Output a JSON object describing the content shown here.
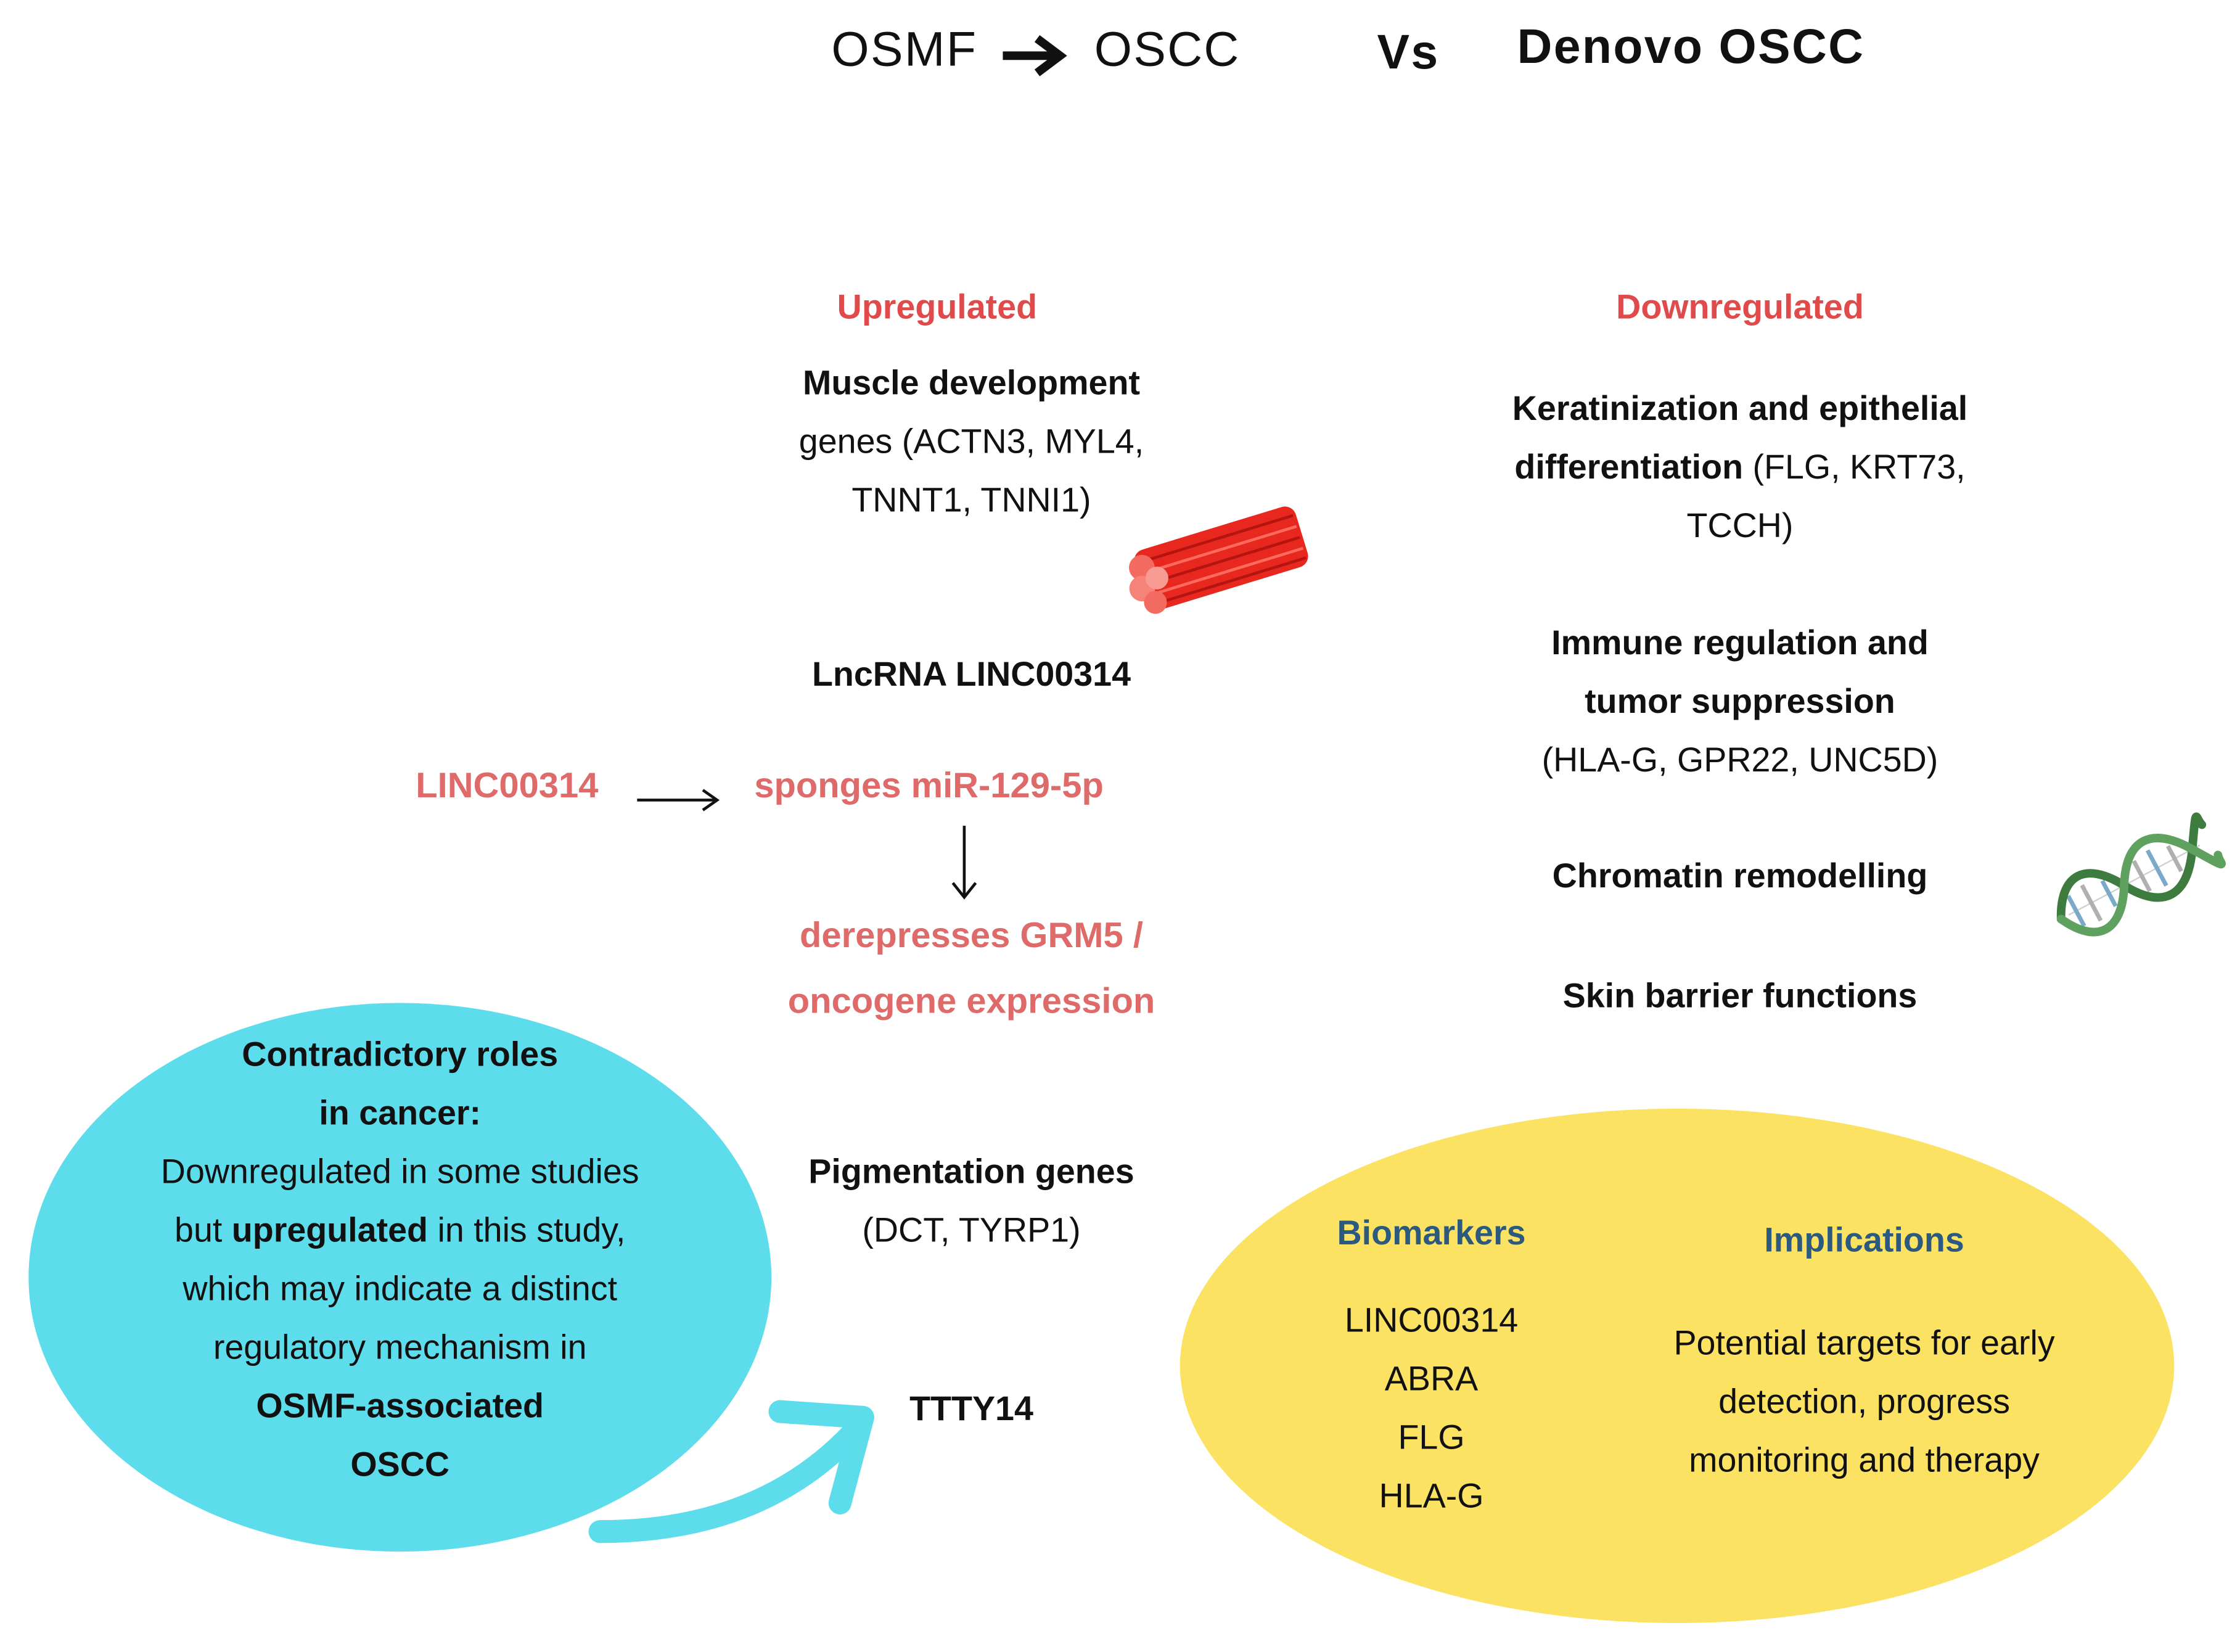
{
  "title": {
    "left": "OSMF",
    "right": "OSCC",
    "vs": "Vs",
    "denovo": "Denovo OSCC"
  },
  "upregulated": {
    "heading": "Upregulated",
    "muscle_line1": "Muscle development",
    "muscle_line2": "genes (ACTN3, MYL4,",
    "muscle_line3": "TNNT1, TNNI1)",
    "lncrna": "LncRNA LINC00314",
    "pathway_source": "LINC00314",
    "pathway_step1": "sponges miR-129-5p",
    "pathway_step2_line1": "derepresses GRM5 /",
    "pathway_step2_line2": "oncogene expression",
    "pigment_line1": "Pigmentation genes",
    "pigment_line2": "(DCT, TYRP1)",
    "ttty": "TTTY14"
  },
  "downregulated": {
    "heading": "Downregulated",
    "kerat_line1": "Keratinization and epithelial",
    "kerat_line2a": "differentiation",
    "kerat_line2b": " (FLG, KRT73,",
    "kerat_line3": "TCCH)",
    "immune_line1": "Immune regulation and",
    "immune_line2": "tumor suppression",
    "immune_line3": "(HLA-G, GPR22, UNC5D)",
    "chromatin": "Chromatin remodelling",
    "skin": "Skin barrier functions"
  },
  "contradictory": {
    "line1": "Contradictory roles",
    "line2": "in cancer:",
    "line3": "Downregulated in some studies",
    "line4a": "but ",
    "line4b": "upregulated",
    "line4c": " in this study,",
    "line5": "which may indicate a distinct",
    "line6": "regulatory mechanism in",
    "line7": "OSMF-associated",
    "line8": "OSCC"
  },
  "biomarkers": {
    "heading": "Biomarkers",
    "items": [
      "LINC00314",
      "ABRA",
      "FLG",
      "HLA-G"
    ]
  },
  "implications": {
    "heading": "Implications",
    "line1": "Potential targets for early",
    "line2": "detection, progress",
    "line3": "monitoring and therapy"
  },
  "colors": {
    "heading_red": "#e04a4a",
    "pathway_pink": "#de6a6a",
    "bubble_cyan": "#5ddcec",
    "ellipse_yellow": "#fbe262",
    "label_blue": "#2c5a7e",
    "muscle_red": "#e8281e"
  },
  "icons": [
    "arrow-right-icon",
    "muscle-fiber-icon",
    "dna-helix-icon",
    "curved-arrow-icon"
  ]
}
